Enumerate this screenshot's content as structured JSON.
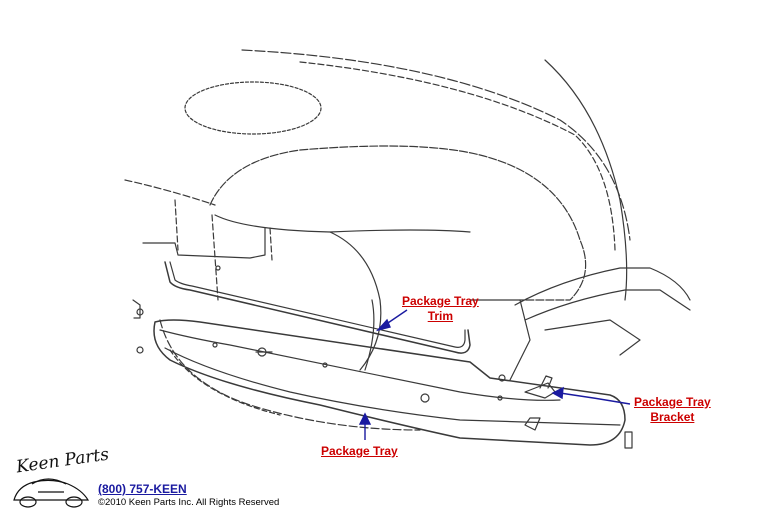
{
  "callouts": {
    "package_tray_trim": [
      "Package Tray",
      "Trim"
    ],
    "package_tray": "Package Tray",
    "package_tray_bracket": [
      "Package Tray",
      "Bracket"
    ]
  },
  "footer": {
    "phone": "(800) 757-KEEN",
    "copyright": "©2010 Keen Parts Inc. All Rights Reserved",
    "logo": "Keen Parts"
  },
  "colors": {
    "label_red": "#cc0000",
    "arrow_blue": "#1a1aa0",
    "line_art": "#3a3a3a"
  }
}
